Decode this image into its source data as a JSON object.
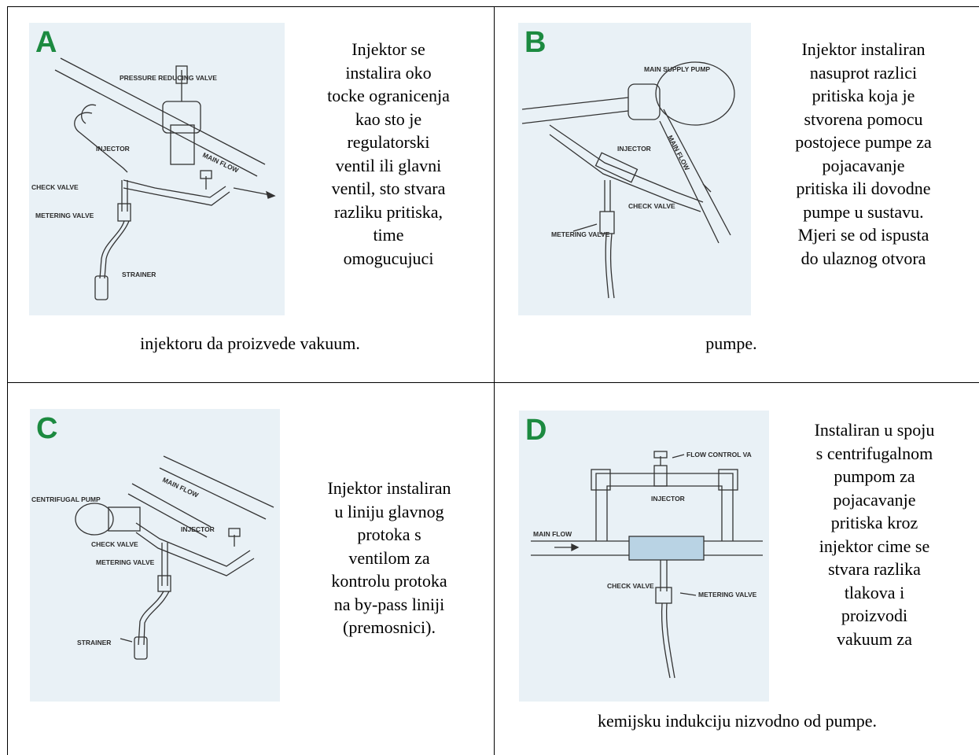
{
  "panels": [
    {
      "letter": "A",
      "lines": [
        "Injektor se",
        "instalira oko",
        "tocke ogranicenja",
        "kao sto je",
        "regulatorski",
        "ventil ili glavni",
        "ventil, sto stvara",
        "razliku pritiska,",
        "time",
        "omogucujuci",
        "injektoru da proizvede vakuum."
      ],
      "labels": {
        "prv": "PRESSURE REDUCING VALVE",
        "injector": "INJECTOR",
        "check": "CHECK VALVE",
        "metering": "METERING VALVE",
        "flow": "MAIN FLOW",
        "strainer": "STRAINER"
      }
    },
    {
      "letter": "B",
      "lines": [
        "Injektor instaliran",
        "nasuprot razlici",
        "pritiska koja je",
        "stvorena pomocu",
        "postojece pumpe za",
        "pojacavanje",
        "pritiska ili dovodne",
        "pumpe u sustavu.",
        "Mjeri se od ispusta",
        "do ulaznog otvora",
        "pumpe."
      ],
      "labels": {
        "pump": "MAIN SUPPLY PUMP",
        "injector": "INJECTOR",
        "check": "CHECK VALVE",
        "metering": "METERING VALVE",
        "flow": "MAIN FLOW"
      }
    },
    {
      "letter": "C",
      "lines": [
        "Injektor instaliran",
        "u liniju glavnog",
        "protoka s",
        "ventilom za",
        "kontrolu protoka",
        "na by-pass liniji",
        "(premosnici)."
      ],
      "labels": {
        "pump": "CENTRIFUGAL PUMP",
        "injector": "INJECTOR",
        "check": "CHECK VALVE",
        "metering": "METERING VALVE",
        "flow": "MAIN FLOW",
        "strainer": "STRAINER"
      }
    },
    {
      "letter": "D",
      "lines": [
        "Instaliran u spoju",
        "s centrifugalnom",
        "pumpom za",
        "pojacavanje",
        "pritiska kroz",
        "injektor cime se",
        "stvara razlika",
        "tlakova i",
        "proizvodi",
        "vakuum za",
        "kemijsku indukciju nizvodno od pumpe."
      ],
      "labels": {
        "fcv": "FLOW CONTROL VA",
        "injector": "INJECTOR",
        "check": "CHECK VALVE",
        "metering": "METERING VALVE",
        "flow": "MAIN FLOW"
      }
    }
  ]
}
